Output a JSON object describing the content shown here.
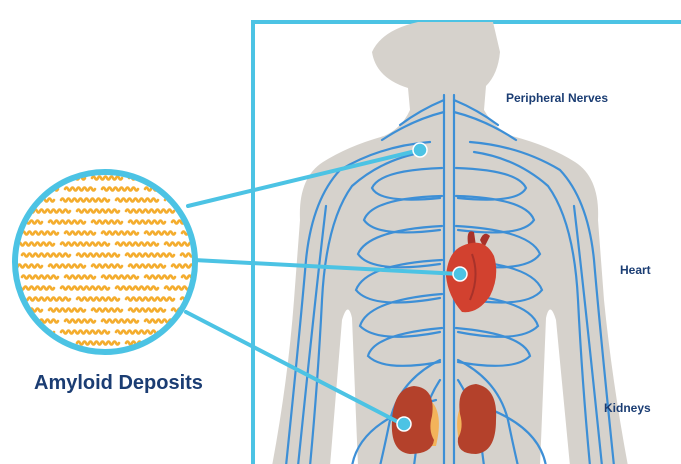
{
  "labels": {
    "amyloid": "Amyloid Deposits",
    "nerves": "Peripheral Nerves",
    "heart": "Heart",
    "kidneys": "Kidneys"
  },
  "colors": {
    "frame": "#4cc3e4",
    "body": "#d6d2cc",
    "nerve": "#3d8fd6",
    "fibril": "#f4ad2f",
    "heart": "#d2412f",
    "kidney": "#b4412b",
    "text": "#1b3d73"
  },
  "icons": [
    "amyloid-magnifier-icon",
    "body-silhouette-icon",
    "heart-icon",
    "kidney-icon",
    "pointer-dot-icon"
  ]
}
